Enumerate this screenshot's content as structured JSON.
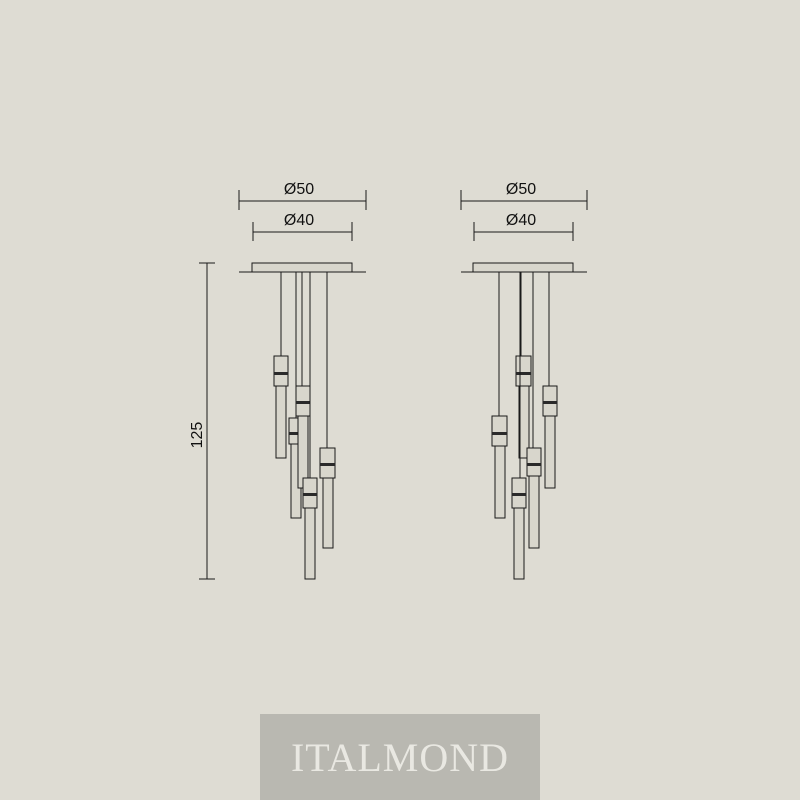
{
  "left_view": {
    "outer_diameter": "Ø50",
    "inner_diameter": "Ø40",
    "height": "125"
  },
  "right_view": {
    "outer_diameter": "Ø50",
    "inner_diameter": "Ø40"
  },
  "brand": {
    "logo_text": "ITALMOND"
  },
  "colors": {
    "background": "#dedcd3",
    "line": "#1a1a1a",
    "logo_box": "#b9b8b1",
    "logo_text": "#e9e8e2"
  }
}
